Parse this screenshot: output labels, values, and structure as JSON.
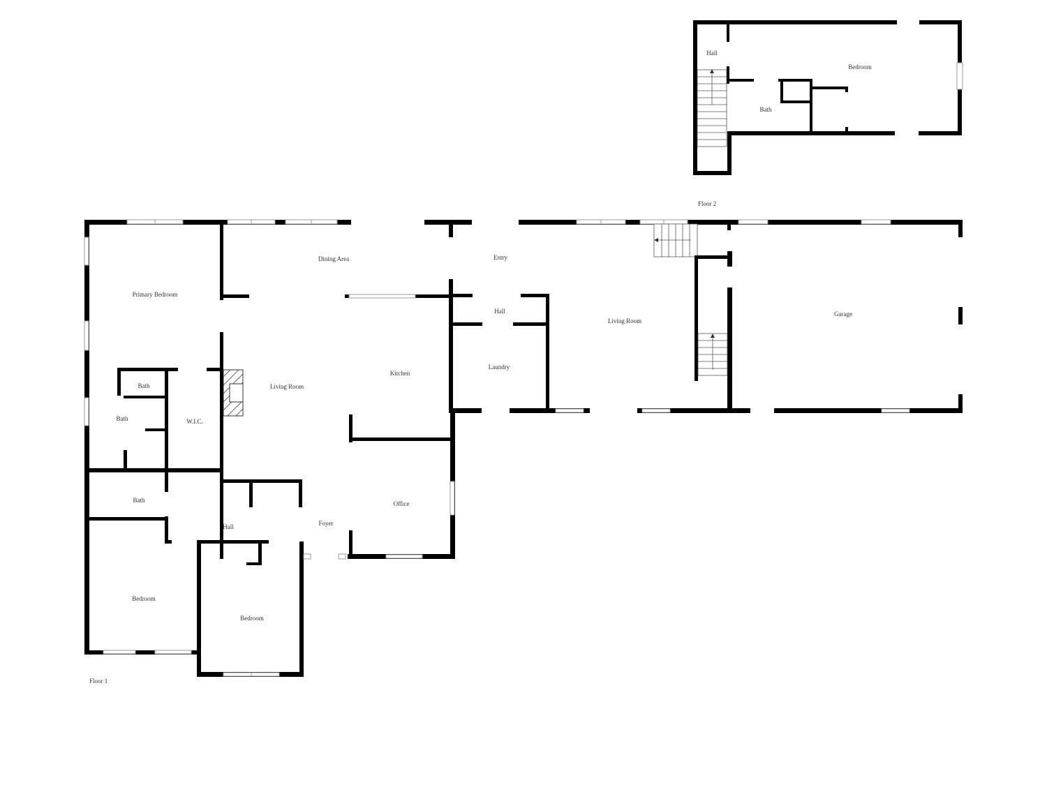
{
  "floors": {
    "floor1": "Floor 1",
    "floor2": "Floor 2"
  },
  "rooms_floor1": {
    "primary_bedroom": "Primary Bedroom",
    "dining_area": "Dining Area",
    "entry": "Entry",
    "hall_laundry": "Hall",
    "living_room_east": "Living Room",
    "garage": "Garage",
    "laundry": "Laundry",
    "kitchen": "Kitchen",
    "living_room_main": "Living Room",
    "bath_small": "Bath",
    "bath_primary": "Bath",
    "wic": "W.I.C.",
    "office": "Office",
    "bath_hall": "Bath",
    "hall_main": "Hall",
    "foyer": "Foyer",
    "bedroom_left": "Bedroom",
    "bedroom_right": "Bedroom"
  },
  "rooms_floor2": {
    "hall": "Hall",
    "bedroom": "Bedroom",
    "bath": "Bath"
  },
  "colors": {
    "wall": "#000000",
    "window_stroke": "#9a9a9a",
    "label": "#333333"
  }
}
